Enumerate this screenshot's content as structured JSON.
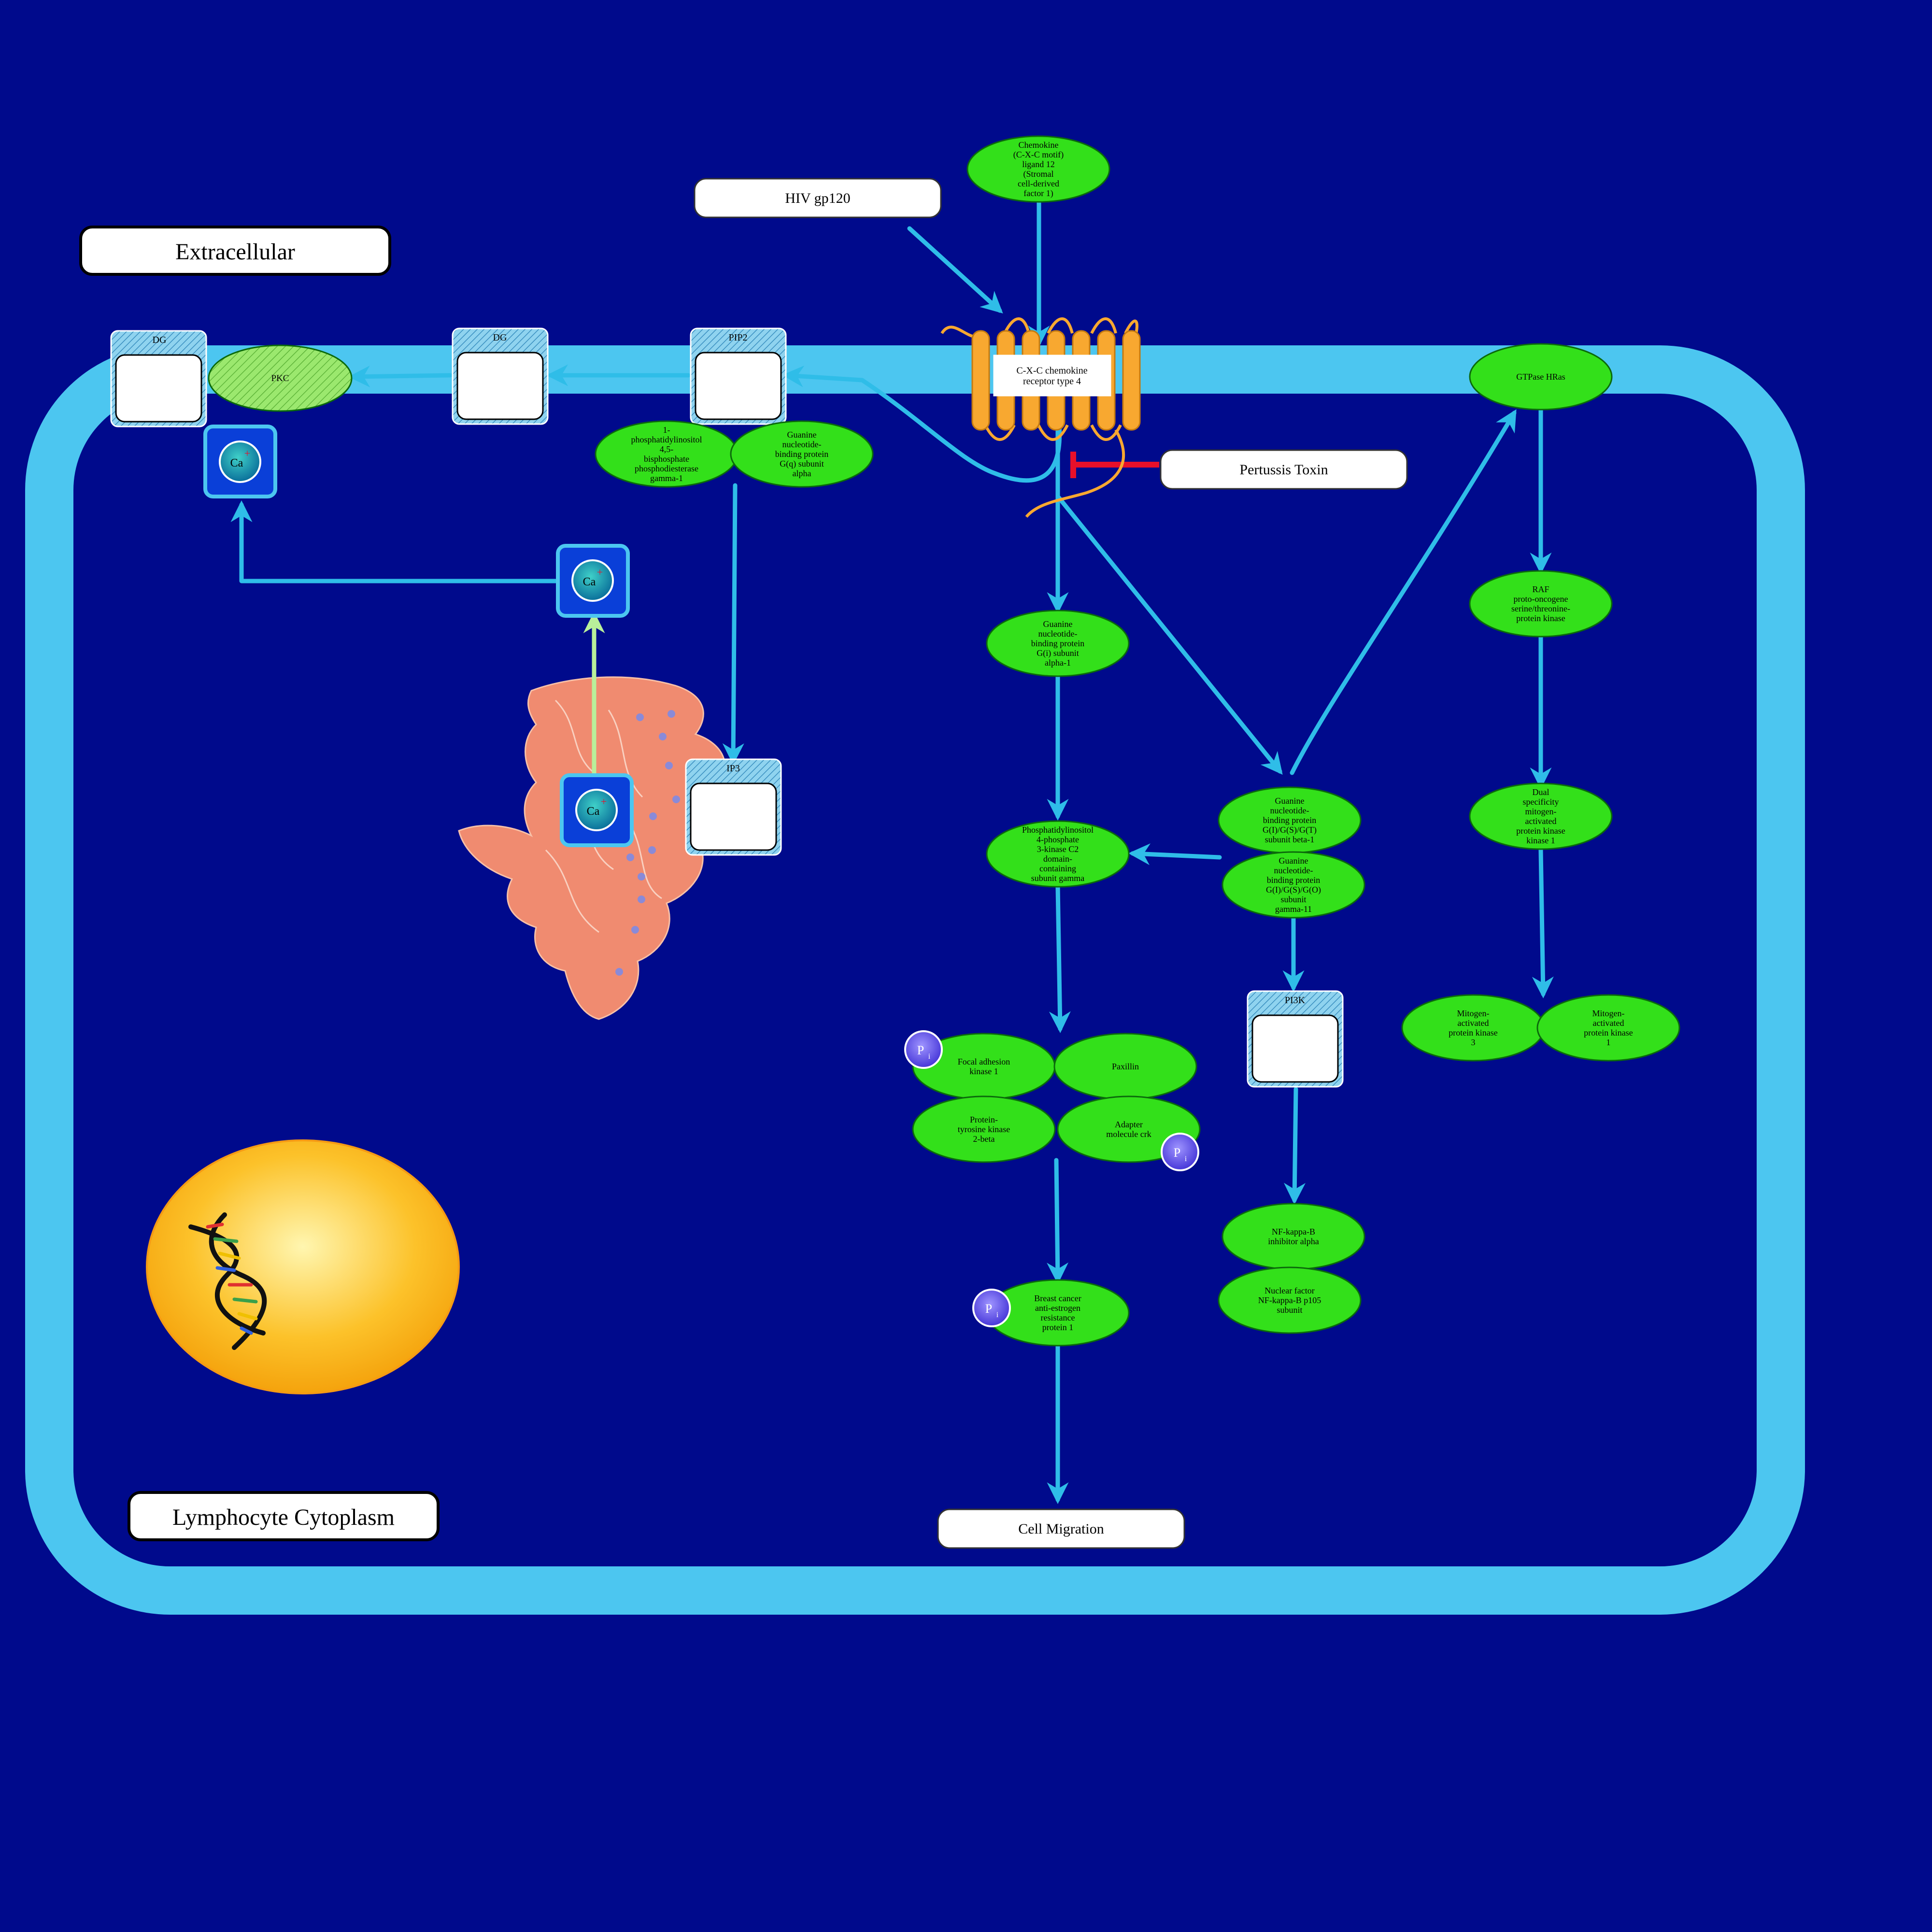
{
  "colors": {
    "background": "#000a8c",
    "membrane": "#4cc6f0",
    "arrow": "#2fbde8",
    "protein_fill": "#33e01a",
    "protein_stroke": "#0b6a0b",
    "inhibit": "#e8102a",
    "receptor": "#f8a830",
    "nucleus": "#fbb415",
    "er": "#f08b70",
    "ion_box": "#0a3fd8",
    "phosphate": "#6655ee"
  },
  "labels": {
    "extracellular": "Extracellular",
    "cytoplasm": "Lymphocyte Cytoplasm",
    "hiv": "HIV gp120",
    "pertussis": "Pertussis Toxin",
    "migration": "Cell Migration"
  },
  "proteins": {
    "cxcl12": [
      "Chemokine",
      "(C-X-C motif)",
      "ligand 12",
      "(Stromal",
      "cell-derived",
      "factor 1)"
    ],
    "cxcr4": [
      "C-X-C chemokine",
      "receptor type 4"
    ],
    "plc": [
      "1-",
      "phosphatidylinositol",
      "4,5-",
      "bisphosphate",
      "phosphodiesterase",
      "gamma-1"
    ],
    "gq": [
      "Guanine",
      "nucleotide-",
      "binding protein",
      "G(q) subunit",
      "alpha"
    ],
    "gi": [
      "Guanine",
      "nucleotide-",
      "binding protein",
      "G(i) subunit",
      "alpha-1"
    ],
    "gbeta": [
      "Guanine",
      "nucleotide-",
      "binding protein",
      "G(I)/G(S)/G(T)",
      "subunit beta-1"
    ],
    "ggamma": [
      "Guanine",
      "nucleotide-",
      "binding protein",
      "G(I)/G(S)/G(O)",
      "subunit",
      "gamma-11"
    ],
    "pi3kc2": [
      "Phosphatidylinositol",
      "4-phosphate",
      "3-kinase C2",
      "domain-",
      "containing",
      "subunit gamma"
    ],
    "hras": [
      "GTPase HRas"
    ],
    "raf": [
      "RAF",
      "proto-oncogene",
      "serine/threonine-",
      "protein kinase"
    ],
    "mek": [
      "Dual",
      "specificity",
      "mitogen-",
      "activated",
      "protein kinase",
      "kinase 1"
    ],
    "mapk3": [
      "Mitogen-",
      "activated",
      "protein kinase",
      "3"
    ],
    "mapk1": [
      "Mitogen-",
      "activated",
      "protein kinase",
      "1"
    ],
    "fak": [
      "Focal adhesion",
      "kinase 1"
    ],
    "paxillin": [
      "Paxillin"
    ],
    "pyk2": [
      "Protein-",
      "tyrosine kinase",
      "2-beta"
    ],
    "crk": [
      "Adapter",
      "molecule crk"
    ],
    "bcar1": [
      "Breast cancer",
      "anti-estrogen",
      "resistance",
      "protein 1"
    ],
    "nfkbia": [
      "NF-kappa-B",
      "inhibitor alpha"
    ],
    "nfkb1": [
      "Nuclear factor",
      "NF-kappa-B p105",
      "subunit"
    ],
    "pkc": [
      "PKC"
    ]
  },
  "small_molecules": {
    "dg1": "DG",
    "dg2": "DG",
    "pip2": "PIP2",
    "ip3": "IP3",
    "pi3k": "PI3K"
  },
  "ion": {
    "main": "Ca",
    "charge": "+"
  },
  "phosphate": {
    "main": "P",
    "sub": "i"
  }
}
